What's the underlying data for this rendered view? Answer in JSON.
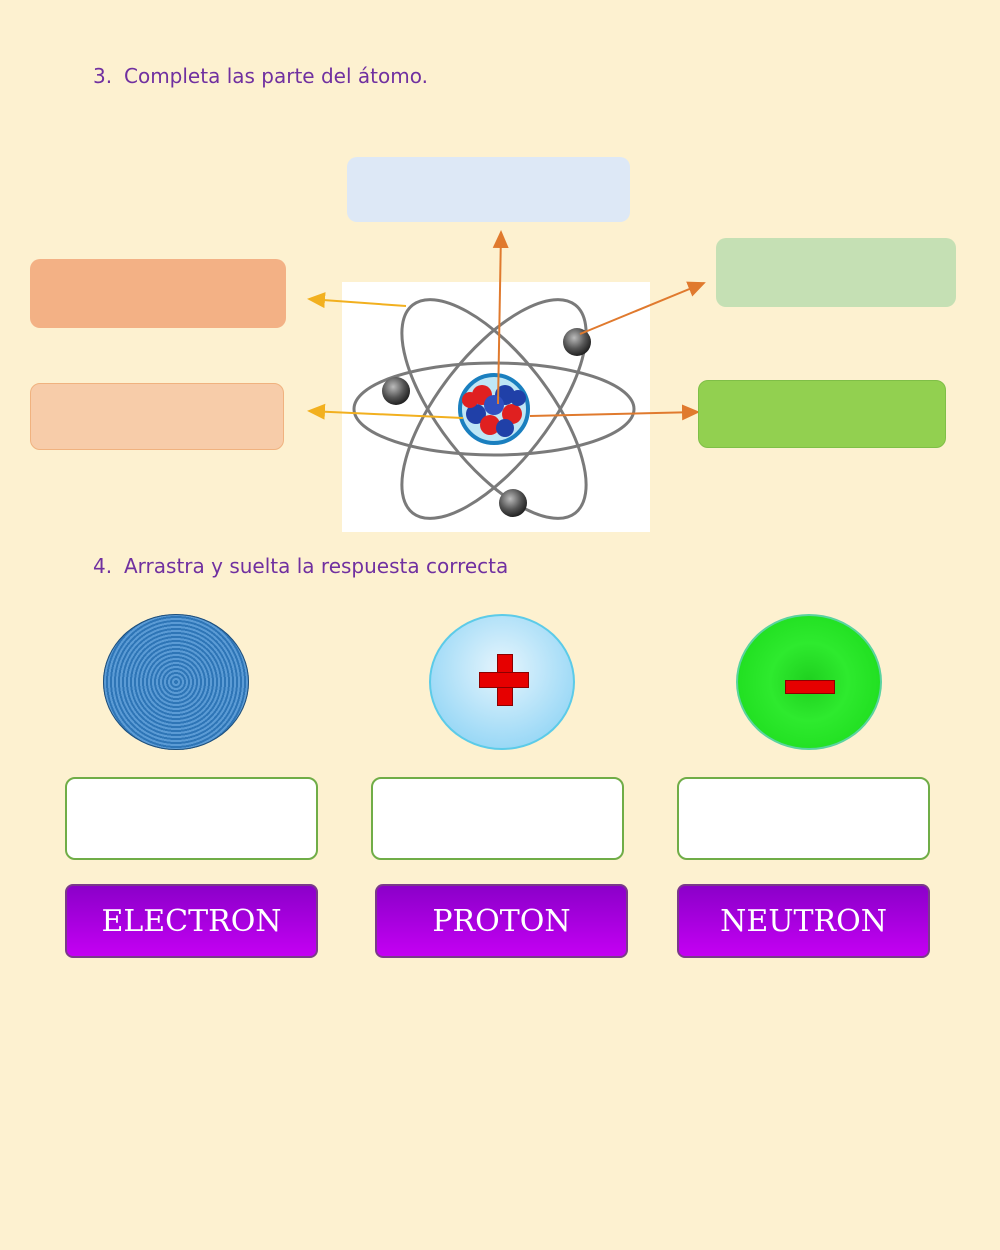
{
  "questions": {
    "q3": {
      "number": "3.",
      "text": "Completa las parte del átomo."
    },
    "q4": {
      "number": "4.",
      "text": "Arrastra y suelta la respuesta correcta"
    }
  },
  "atom_labels": {
    "top": "",
    "upper_left": "",
    "lower_left": "",
    "upper_right": "",
    "lower_right": ""
  },
  "particles": [
    {
      "icon": "electron-disc-icon"
    },
    {
      "icon": "plus-sign-icon"
    },
    {
      "icon": "minus-sign-icon"
    }
  ],
  "drop_targets": [
    "",
    "",
    ""
  ],
  "word_tiles": [
    "ELECTRON",
    "PROTON",
    "NEUTRON"
  ],
  "colors": {
    "background": "#fdf1d0",
    "question_text": "#7030a0",
    "tile": "#b300e6",
    "arrow_yellow": "#f2b01f",
    "arrow_orange": "#e07a2e"
  }
}
